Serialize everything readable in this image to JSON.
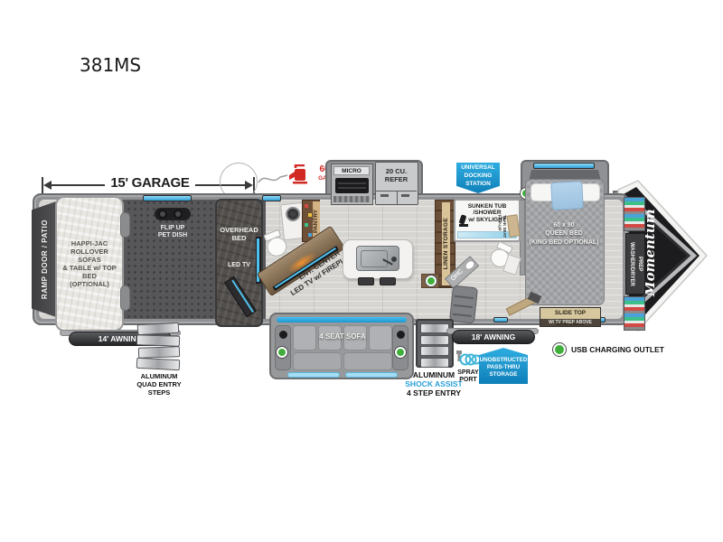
{
  "model": "381MS",
  "annotations": {
    "garage_dim": "15' GARAGE",
    "fuel_qty": "60",
    "fuel_unit": "GAL",
    "awning_garage": "14' AWNING",
    "awning_main": "18' AWNING",
    "usb_legend": "USB CHARGING OUTLET"
  },
  "garage": {
    "ramp_door": "RAMP DOOR / PATIO",
    "happi_jac": [
      "HAPPI-JAC",
      "ROLLOVER SOFAS",
      "& TABLE w/ TOP BED",
      "(OPTIONAL)"
    ],
    "pet_dish": [
      "FLIP UP",
      "PET DISH"
    ],
    "overhead_bed": [
      "OVERHEAD",
      "BED"
    ],
    "led_tv": "LED TV",
    "quad_steps": [
      "ALUMINUM",
      "QUAD ENTRY",
      "STEPS"
    ]
  },
  "kitchen": {
    "micro": "MICRO",
    "refer": [
      "20 CU.",
      "REFER"
    ],
    "pantry": "PANTRY",
    "ent_center": [
      "ENT. CENTER",
      "LED TV w/ FIREPLACE"
    ],
    "linen": "LINEN STORAGE"
  },
  "living": {
    "sofa": "4 SEAT SOFA",
    "entry_steps": [
      "ALUMINUM",
      "SHOCK ASSIST",
      "4 STEP ENTRY"
    ],
    "spray_port": [
      "SPRAY",
      "PORT"
    ],
    "pass_thru": [
      "UNOBSTRUCTED",
      "PASS-THRU",
      "STORAGE"
    ]
  },
  "bath": {
    "tub": [
      "SUNKEN TUB /SHOWER",
      "w/ SKYLIGHT"
    ],
    "teak_seat": [
      "FLIP-UP",
      "TEAK SEAT"
    ],
    "ohc": "OHC",
    "docking_station": [
      "UNIVERSAL",
      "DOCKING",
      "STATION"
    ]
  },
  "bedroom": {
    "bed": [
      "60 x 80",
      "QUEEN BED",
      "(KING BED OPTIONAL)"
    ],
    "dresser": [
      "SLIDE TOP DRESSER",
      "W/ TV PREP ABOVE"
    ],
    "washer_dryer": [
      "WASHER/DRYER",
      "PREP"
    ]
  },
  "front_cap": {
    "brand": "Momentum"
  },
  "colors": {
    "accent_blue": "#45bdf0",
    "ribbon_blue": "#1b93c9",
    "usb_green": "#3fae3b",
    "fuel_red": "#d12a24"
  }
}
